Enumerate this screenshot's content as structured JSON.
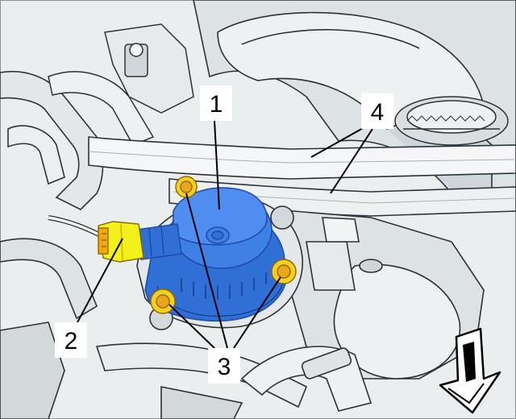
{
  "callouts": [
    {
      "id": "1",
      "label": "1"
    },
    {
      "id": "2",
      "label": "2"
    },
    {
      "id": "3",
      "label": "3"
    },
    {
      "id": "4",
      "label": "4"
    }
  ],
  "colors": {
    "background": "#ebeeef",
    "metal_light": "#f4f6f7",
    "metal_mid": "#d3d8db",
    "metal_dark": "#a8afb4",
    "outline": "#2e3236",
    "highlight_part": "#2f6fd6",
    "highlight_part_light": "#4f8ef0",
    "highlight_part_dark": "#1e4ea8",
    "connector": "#f2f21a",
    "connector_dark": "#d9a300",
    "bolt": "#f2d21a",
    "bolt_dark": "#d98a00",
    "label_box": "#ffffff",
    "leader_line": "#000000"
  },
  "icons": {
    "direction_arrow": "down-left-arrow-icon"
  }
}
